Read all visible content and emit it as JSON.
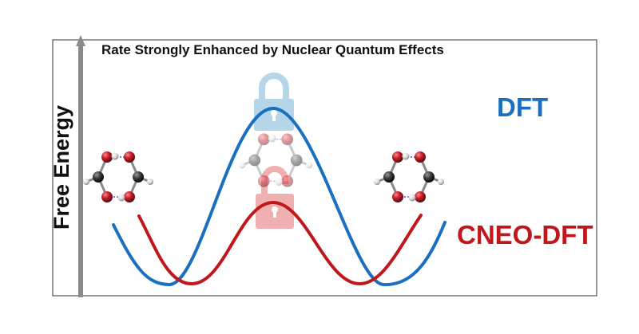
{
  "title": "Rate Strongly Enhanced by Nuclear Quantum Effects",
  "y_axis_label": "Free Energy",
  "methods": {
    "dft": {
      "label": "DFT",
      "color": "#1a6fbf"
    },
    "cneo": {
      "label": "CNEO-DFT",
      "color": "#c0171b"
    }
  },
  "icons": {
    "high_barrier": "lock-closed-icon",
    "low_barrier": "lock-open-icon"
  },
  "colors": {
    "axis": "#8a8a8a",
    "frame": "#333333",
    "lock_blue": "#a9cfe6",
    "lock_red": "#eea2a3",
    "oxygen": "#c8202b",
    "carbon": "#3a3a3a",
    "hydrogen": "#e2e2e2",
    "hbond": "#5a4fcf"
  }
}
